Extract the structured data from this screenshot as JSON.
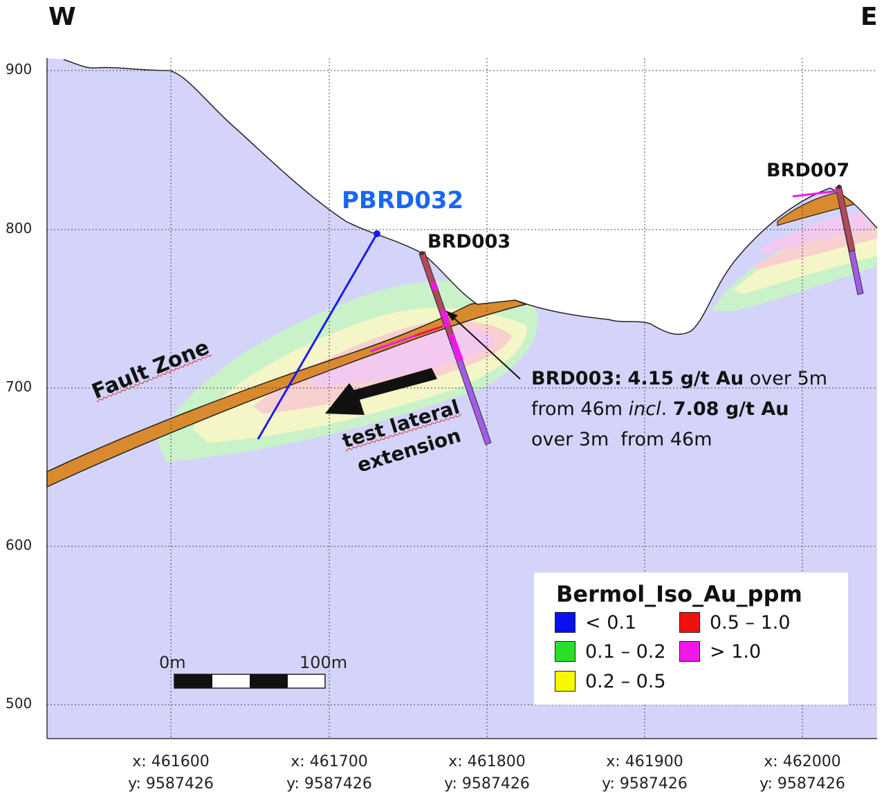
{
  "directions": {
    "west": "W",
    "east": "E"
  },
  "y_axis": {
    "ticks": [
      "900",
      "800",
      "700",
      "600",
      "500"
    ]
  },
  "x_axis": {
    "ticks": [
      {
        "x": "x: 461600",
        "y": "y: 9587426"
      },
      {
        "x": "x: 461700",
        "y": "y: 9587426"
      },
      {
        "x": "x: 461800",
        "y": "y: 9587426"
      },
      {
        "x": "x: 461900",
        "y": "y: 9587426"
      },
      {
        "x": "x: 462000",
        "y": "y: 9587426"
      }
    ]
  },
  "holes": {
    "pbrd032": "PBRD032",
    "brd003": "BRD003",
    "brd007": "BRD007"
  },
  "labels": {
    "fault_zone": "Fault Zone",
    "test_line1": "test lateral",
    "test_line2": "extension"
  },
  "callout": {
    "hole": "BRD003:",
    "grade1": "4.15 g/t Au",
    "over1": "over 5m",
    "from1": "from 46m",
    "incl": "incl",
    "grade2": "7.08 g/t Au",
    "over2": "over 3m  from 46m"
  },
  "scale_bar": {
    "start": "0m",
    "end": "100m"
  },
  "legend": {
    "title": "Bermol_Iso_Au_ppm",
    "items": [
      {
        "label": "< 0.1",
        "color": "#0a10f0"
      },
      {
        "label": "0.5 – 1.0",
        "color": "#f01010"
      },
      {
        "label": "0.1 – 0.2",
        "color": "#28e028"
      },
      {
        "label": "> 1.0",
        "color": "#f018e8"
      },
      {
        "label": "0.2 – 0.5",
        "color": "#f8f800"
      }
    ]
  },
  "colors": {
    "background": "#d4d4fa",
    "fault": "#d98a2e",
    "pbrd032_trace": "#1a1aee"
  }
}
